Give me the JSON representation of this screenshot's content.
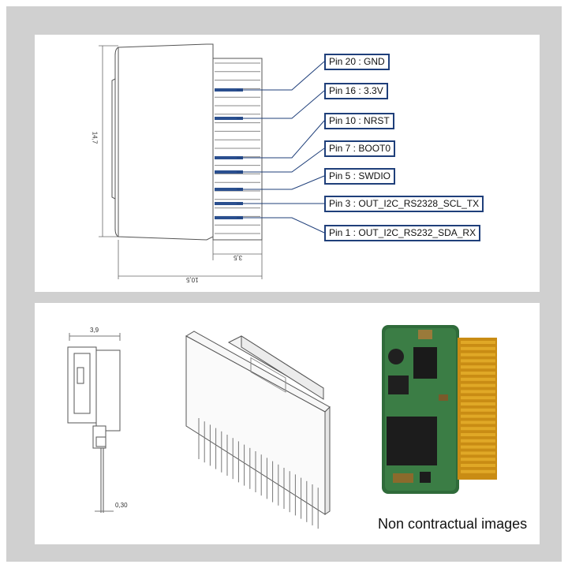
{
  "pins": [
    {
      "label": "Pin 20 : GND"
    },
    {
      "label": "Pin 16 : 3.3V"
    },
    {
      "label": "Pin 10 : NRST"
    },
    {
      "label": "Pin 7 : BOOT0"
    },
    {
      "label": "Pin 5 : SWDIO"
    },
    {
      "label": "Pin 3 : OUT_I2C_RS2328_SCL_TX"
    },
    {
      "label": "Pin 1 : OUT_I2C_RS232_SDA_RX"
    }
  ],
  "dimensions": {
    "height": "14,7",
    "connector_depth": "3,5",
    "total_width": "10,5",
    "thickness": "3,9",
    "pin_thickness": "0,30"
  },
  "caption": "Non contractual images",
  "colors": {
    "frame": "#d0d0d0",
    "label_border": "#1f3f7a",
    "pin_highlight": "#2a4f8f",
    "pcb_green": "#2f6b3a",
    "gold": "#e0a826"
  }
}
